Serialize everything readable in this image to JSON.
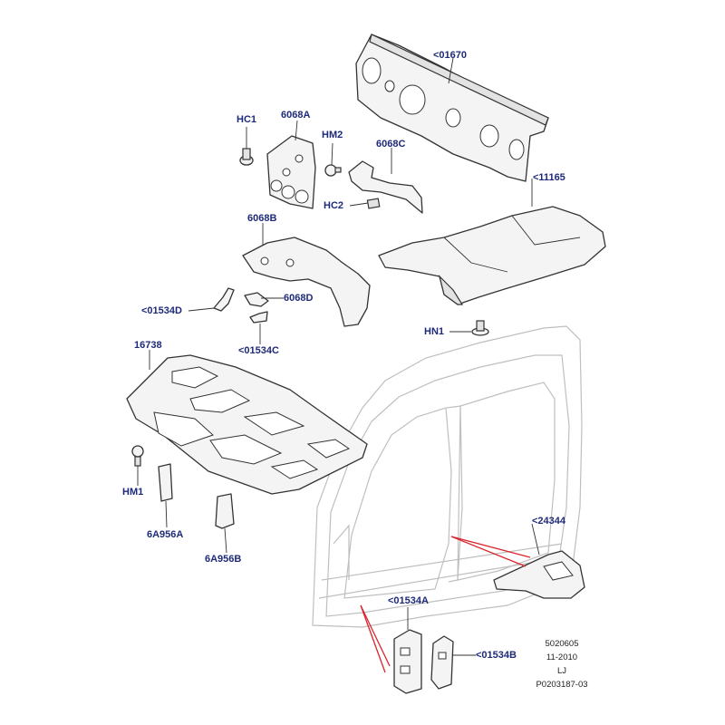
{
  "callouts": {
    "c01670": "<01670",
    "hc1": "HC1",
    "c6068a": "6068A",
    "hm2": "HM2",
    "c6068c": "6068C",
    "c11165": "<11165",
    "hc2": "HC2",
    "c6068b": "6068B",
    "c01534d": "<01534D",
    "c6068d": "6068D",
    "c01534c": "<01534C",
    "hn1": "HN1",
    "c16738": "16738",
    "hm1": "HM1",
    "c6a956a": "6A956A",
    "c6a956b": "6A956B",
    "c24344": "<24344",
    "c01534a": "<01534A",
    "c01534b": "<01534B"
  },
  "reference": {
    "line1": "5020605",
    "line2": "11-2010",
    "line3": "LJ",
    "line4": "P0203187-03"
  }
}
